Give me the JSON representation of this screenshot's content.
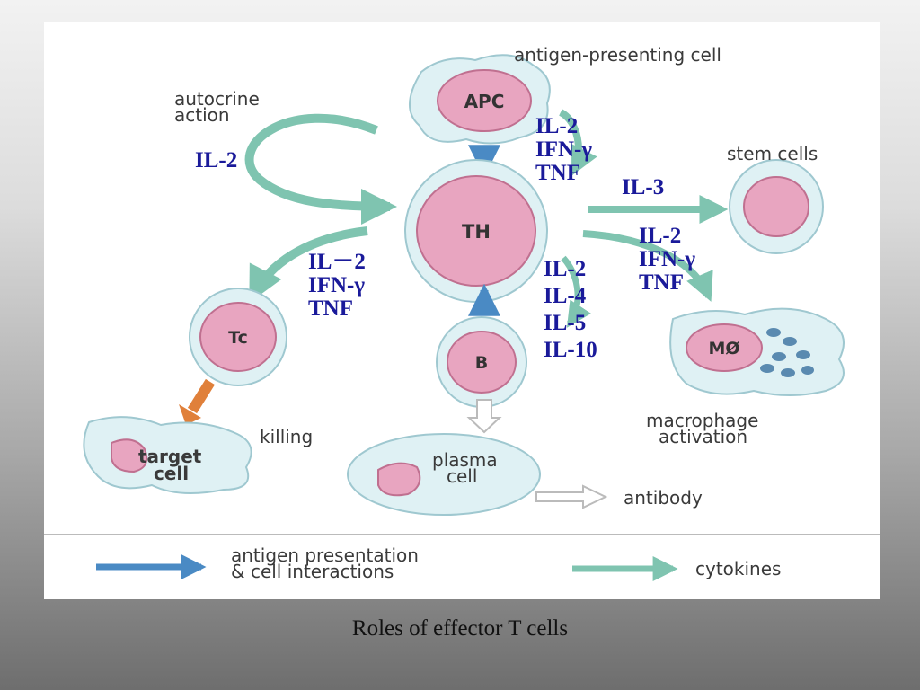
{
  "diagram": {
    "labels": {
      "apc_caption": "antigen-presenting cell",
      "apc": "APC",
      "th": "TH",
      "tc": "Tc",
      "b": "B",
      "stem_cells": "stem cells",
      "mo": "MØ",
      "macrophage_line1": "macrophage",
      "macrophage_line2": "activation",
      "autocrine_line1": "autocrine",
      "autocrine_line2": "action",
      "target_line1": "target",
      "target_line2": "cell",
      "killing": "killing",
      "plasma_line1": "plasma",
      "plasma_line2": "cell",
      "antibody": "antibody"
    },
    "cytokines": {
      "autocrine": "IL-2",
      "to_tc": [
        "IL－2",
        "IFN-γ",
        "TNF"
      ],
      "from_apc": [
        "IL-2",
        "IFN-γ",
        "TNF"
      ],
      "to_stem": "IL-3",
      "to_macrophage": [
        "IL-2",
        "IFN-γ",
        "TNF"
      ],
      "to_b": [
        "IL-2",
        "IL-4",
        "IL-5",
        "IL-10"
      ]
    },
    "legend": {
      "blue_line1": "antigen presentation",
      "blue_line2": "& cell interactions",
      "green": "cytokines"
    },
    "colors": {
      "cell_fill": "#dff1f4",
      "nucleus": "#e8a5c0",
      "cytokine_arrow": "#7fc4b0",
      "presentation_arrow": "#4a8ac4",
      "killing_arrow": "#e0803a",
      "cytokine_text": "#1a1a9a"
    }
  },
  "caption": "Roles of effector T cells"
}
